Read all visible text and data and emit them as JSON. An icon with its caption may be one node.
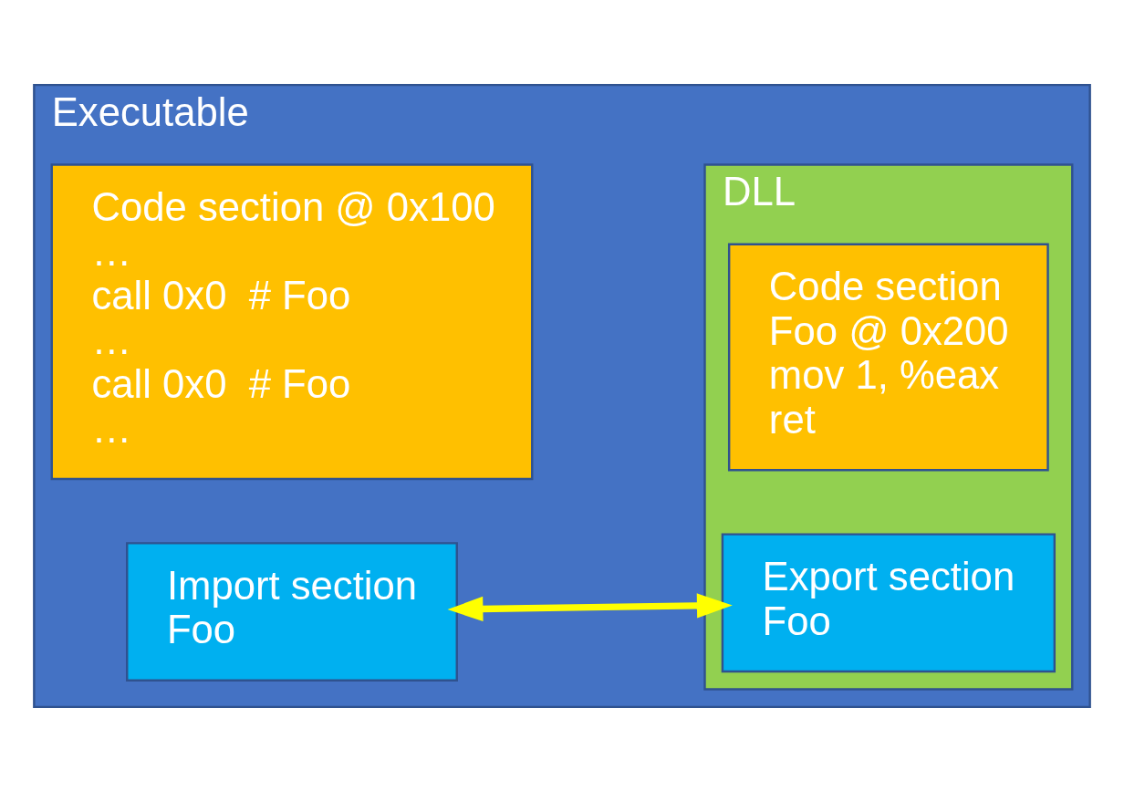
{
  "diagram": {
    "nodes": [
      {
        "text": [
          "Executable"
        ]
      },
      {
        "text": [
          "Code section @ 0x100",
          "…",
          "call 0x0  # Foo",
          "…",
          "call 0x0  # Foo",
          "…"
        ],
        "in": 0
      },
      {
        "text": [
          "Import section",
          "Foo"
        ],
        "in": 0
      },
      {
        "text": [
          "DLL"
        ],
        "in": 0
      },
      {
        "text": [
          "Code section",
          "Foo @ 0x200",
          "mov 1, %eax",
          "ret"
        ],
        "in": 3
      },
      {
        "text": [
          "Export section",
          "Foo"
        ],
        "in": 3
      }
    ],
    "edges": [
      {
        "from": 2,
        "to": 5,
        "arrow": "both",
        "color": "#ffff00"
      }
    ]
  }
}
